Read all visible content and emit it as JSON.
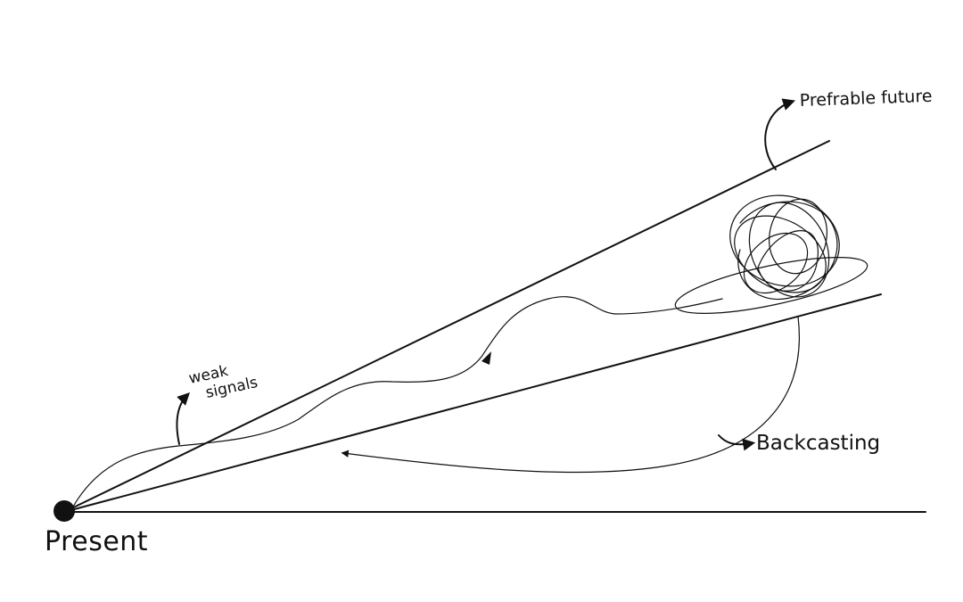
{
  "labels": {
    "present": "Present",
    "preferable_future": "Prefrable future",
    "backcasting": "Backcasting",
    "weak_signals_line1": "weak",
    "weak_signals_line2": "signals"
  },
  "colors": {
    "ink": "#111111",
    "background": "#ffffff"
  }
}
